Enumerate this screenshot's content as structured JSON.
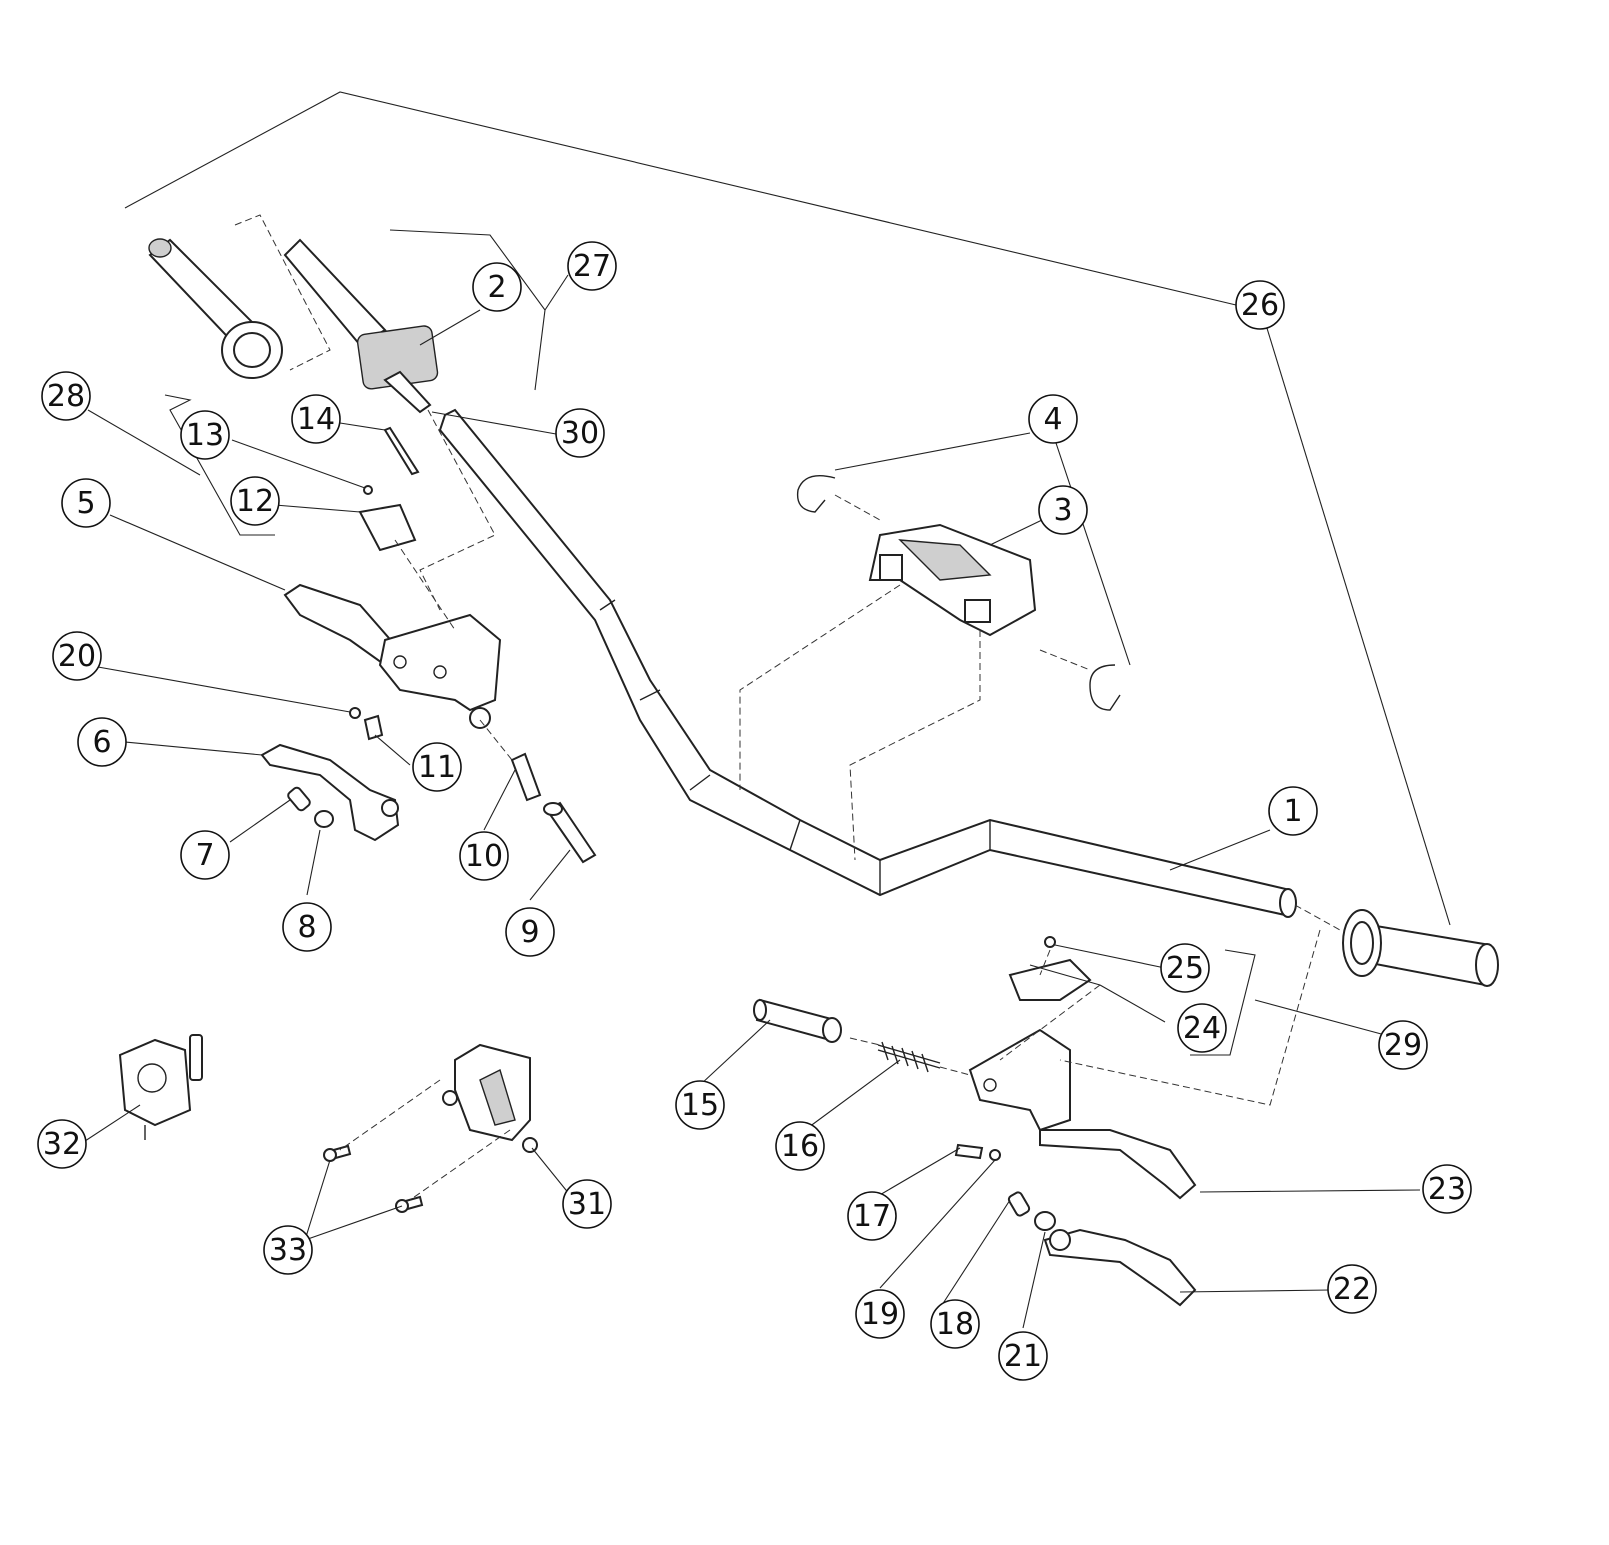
{
  "callouts": [
    {
      "number": "1"
    },
    {
      "number": "2"
    },
    {
      "number": "3"
    },
    {
      "number": "4"
    },
    {
      "number": "5"
    },
    {
      "number": "6"
    },
    {
      "number": "7"
    },
    {
      "number": "8"
    },
    {
      "number": "9"
    },
    {
      "number": "10"
    },
    {
      "number": "11"
    },
    {
      "number": "12"
    },
    {
      "number": "13"
    },
    {
      "number": "14"
    },
    {
      "number": "15"
    },
    {
      "number": "16"
    },
    {
      "number": "17"
    },
    {
      "number": "18"
    },
    {
      "number": "19"
    },
    {
      "number": "20"
    },
    {
      "number": "21"
    },
    {
      "number": "22"
    },
    {
      "number": "23"
    },
    {
      "number": "24"
    },
    {
      "number": "25"
    },
    {
      "number": "26"
    },
    {
      "number": "27"
    },
    {
      "number": "28"
    },
    {
      "number": "29"
    },
    {
      "number": "30"
    },
    {
      "number": "31"
    },
    {
      "number": "32"
    },
    {
      "number": "33"
    }
  ]
}
